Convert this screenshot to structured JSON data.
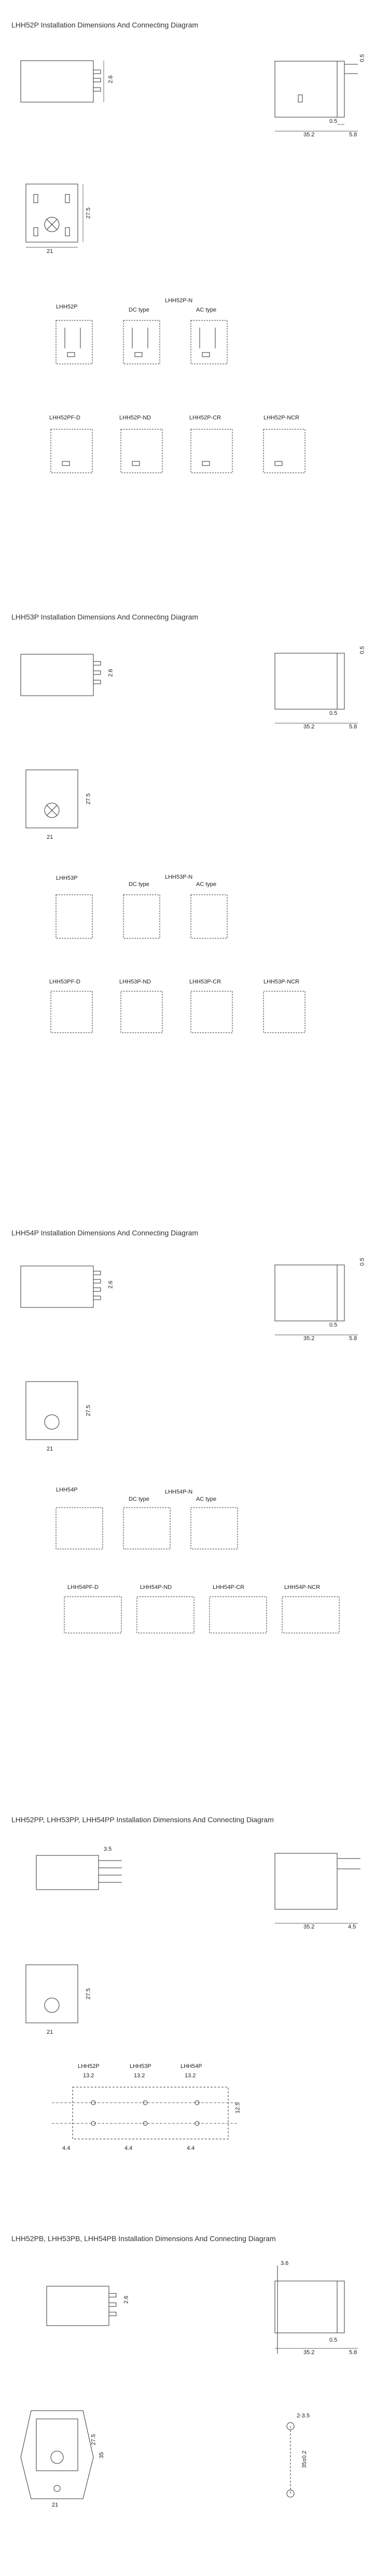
{
  "sections": [
    {
      "title": "LHH52P Installation Dimensions And Connecting Diagram",
      "side_dims": [
        "2.6"
      ],
      "top_dims": [
        "35.2",
        "0.5",
        "5.8",
        "0.5"
      ],
      "bottom_dims": [
        "27.5",
        "21"
      ],
      "diagrams_row1": [
        "LHH52P",
        "LHH52P-N",
        "DC type",
        "AC type"
      ],
      "diagrams_row2": [
        "LHH52PF-D",
        "LHH52P-ND",
        "LHH52P-CR",
        "LHH52P-NCR"
      ]
    },
    {
      "title": "LHH53P Installation Dimensions And Connecting Diagram",
      "side_dims": [
        "2.6"
      ],
      "top_dims": [
        "35.2",
        "0.5",
        "5.8",
        "0.5"
      ],
      "bottom_dims": [
        "27.5",
        "21"
      ],
      "diagrams_row1": [
        "LHH53P",
        "LHH53P-N",
        "DC type",
        "AC type"
      ],
      "diagrams_row2": [
        "LHH53PF-D",
        "LHH53P-ND",
        "LHH53P-CR",
        "LHH53P-NCR"
      ]
    },
    {
      "title": "LHH54P Installation Dimensions And Connecting Diagram",
      "side_dims": [
        "2.6"
      ],
      "top_dims": [
        "35.2",
        "0.5",
        "5.8",
        "0.5"
      ],
      "bottom_dims": [
        "27.5",
        "21"
      ],
      "diagrams_row1": [
        "LHH54P",
        "LHH54P-N",
        "DC type",
        "AC type"
      ],
      "diagrams_row2": [
        "LHH54PF-D",
        "LHH54P-ND",
        "LHH54P-CR",
        "LHH54P-NCR"
      ]
    },
    {
      "title": "LHH52PP, LHH53PP, LHH54PP Installation Dimensions And Connecting Diagram",
      "side_dims": [
        "3.5"
      ],
      "top_dims": [
        "35.2",
        "4.5"
      ],
      "bottom_dims": [
        "27.5",
        "21"
      ],
      "pcb_labels": [
        "LHH52P",
        "LHH53P",
        "LHH54P"
      ],
      "pcb_dims": [
        "13.2",
        "13.2",
        "13.2",
        "4.4",
        "4.4",
        "4.4",
        "12.5"
      ]
    },
    {
      "title": "LHH52PB, LHH53PB, LHH54PB Installation Dimensions And Connecting Diagram",
      "side_dims": [
        "2.6",
        "3.6"
      ],
      "top_dims": [
        "35.2",
        "0.5",
        "5.8"
      ],
      "bottom_dims": [
        "27.5",
        "35",
        "21"
      ],
      "hole_dims": [
        "2-3.5",
        "35±0.2"
      ]
    }
  ],
  "colors": {
    "line": "#333333",
    "text": "#222222",
    "background": "#ffffff"
  }
}
